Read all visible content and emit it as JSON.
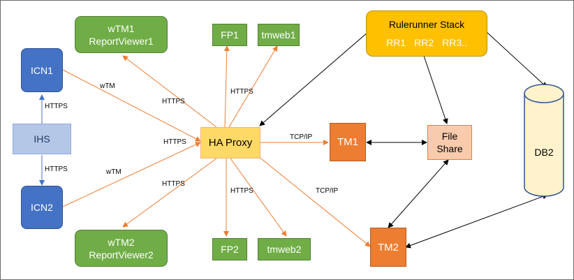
{
  "nodes": {
    "wtm1": [
      "wTM1",
      "ReportViewer1"
    ],
    "wtm2": [
      "wTM2",
      "ReportViewer2"
    ],
    "fp1": "FP1",
    "tmweb1": "tmweb1",
    "fp2": "FP2",
    "tmweb2": "tmweb2",
    "icn1": "ICN1",
    "icn2": "ICN2",
    "ihs": "IHS",
    "ha_proxy": "HA Proxy",
    "tm1": "TM1",
    "tm2": "TM2",
    "file_share": [
      "File",
      "Share"
    ],
    "db2": "DB2",
    "rulerunner": {
      "title": "Rulerunner Stack",
      "items": [
        "RR1",
        "RR2",
        "RR3.."
      ]
    }
  },
  "edge_labels": {
    "icn1_proxy": "wTM",
    "icn2_proxy": "wTM",
    "ihs_icn1": "HTTPS",
    "ihs_icn2": "HTTPS",
    "proxy_wtm1": "HTTPS",
    "proxy_icn1": "HTTPS",
    "proxy_wtm2": "HTTPS",
    "proxy_tmweb1": "HTTPS",
    "proxy_fp2": "HTTPS",
    "proxy_tm1": "TCP/IP",
    "proxy_tm2": "TCP/IP"
  },
  "colors": {
    "orange_edge": "#ed7d31",
    "black_edge": "#000000",
    "blue_edge": "#4472c4"
  }
}
